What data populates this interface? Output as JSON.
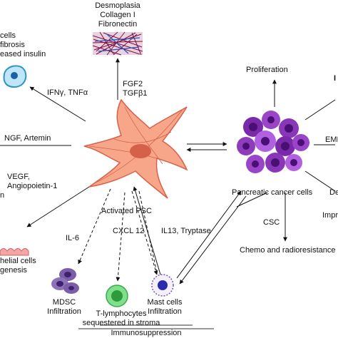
{
  "top": {
    "desmoplasia_lines": [
      "Desmoplasia",
      "Collagen I",
      "Fibronectin"
    ],
    "fgf_lines": [
      "FGF2",
      "TGFβ1"
    ]
  },
  "left": {
    "beta_cells_lines": [
      "cells",
      "fibrosis",
      "eased insulin"
    ],
    "cytokines": "IFNγ, TNFα",
    "ngf": "NGF, Artemin",
    "vegf_lines": [
      "VEGF,",
      "Angiopoietin-1"
    ],
    "n_fragment": "n",
    "endothelial_lines": [
      "helial cells",
      "genesis"
    ]
  },
  "center": {
    "psc_label": "Activated PSC"
  },
  "bottom": {
    "il6": "IL-6",
    "cxcl12": "CXCL 12",
    "il13": "IL13, Tryptase",
    "mdsc_lines": [
      "MDSC",
      "Infiltration"
    ],
    "tlymph_lines": [
      "T-lymphocytes",
      "sequestered in stroma"
    ],
    "mast_lines": [
      "Mast cells",
      "Infiltration"
    ],
    "immunosuppression": "Immunosuppression"
  },
  "right": {
    "proliferation": "Proliferation",
    "cancer_label": "Pancreatic cancer cells",
    "csc": "CSC",
    "chemo": "Chemo and radioresistance",
    "emt_fragment": "EMI",
    "de_fragment": "De",
    "impr_fragment": "Impr",
    "top_fragment": "I"
  }
}
